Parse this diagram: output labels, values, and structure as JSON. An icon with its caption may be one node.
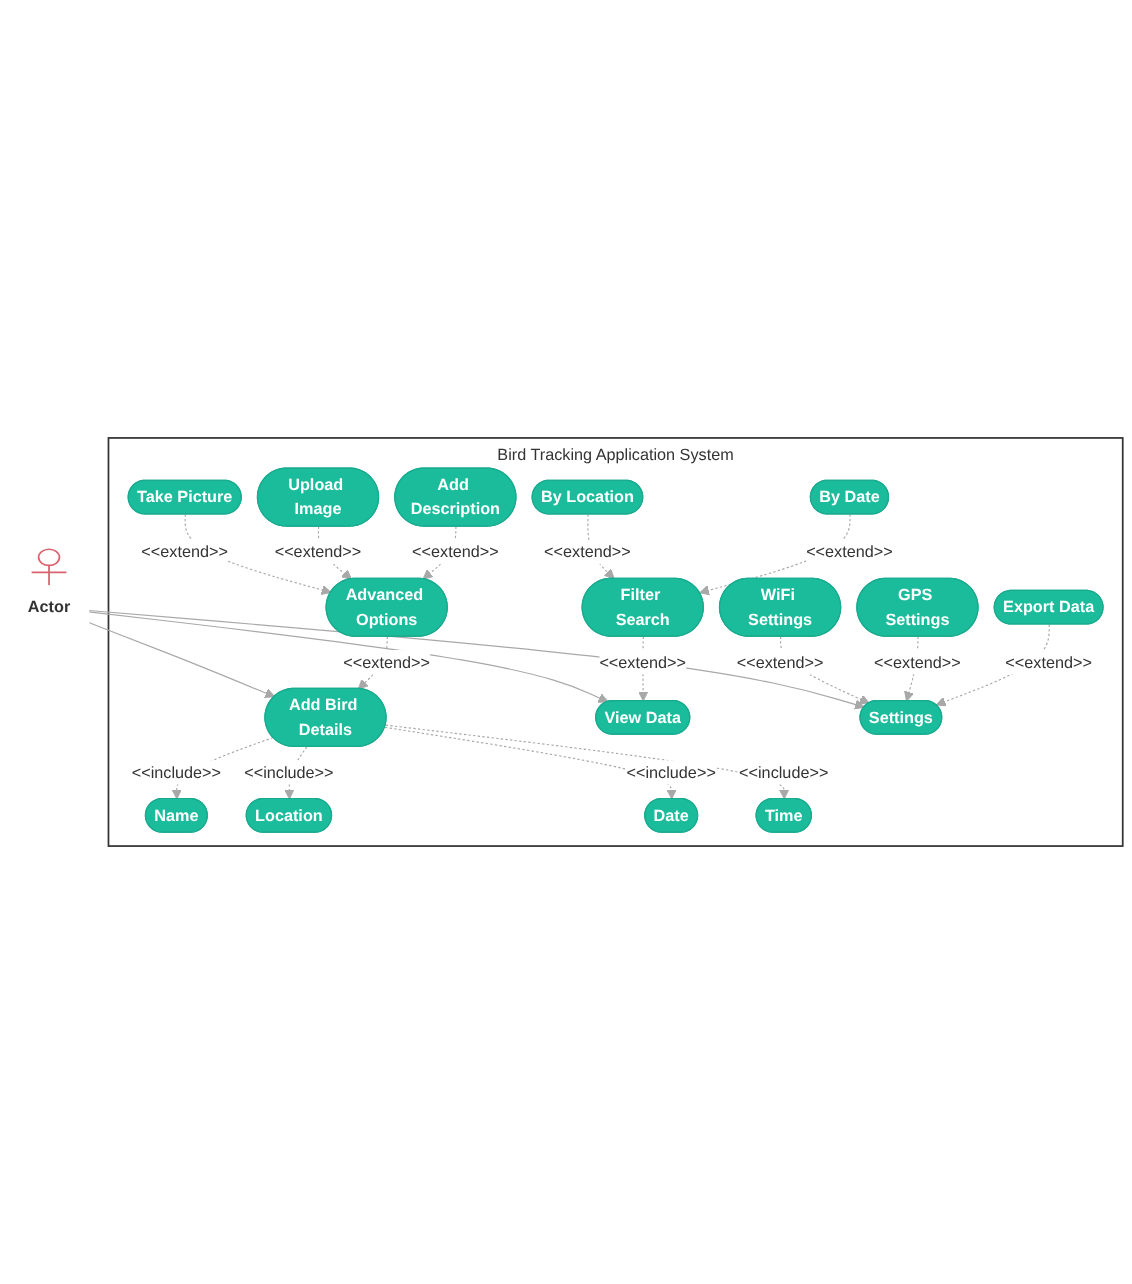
{
  "diagram": {
    "nodes": [
      {
        "text": [
          "Bird Tracking Application System"
        ]
      },
      {
        "text": [
          "Actor"
        ]
      },
      {
        "text": [
          "Add Bird Details"
        ],
        "in": 0
      },
      {
        "text": [
          "Name"
        ],
        "in": 0
      },
      {
        "text": [
          "Location"
        ],
        "in": 0
      },
      {
        "text": [
          "Date"
        ],
        "in": 0
      },
      {
        "text": [
          "Time"
        ],
        "in": 0
      },
      {
        "text": [
          "Advanced Options"
        ],
        "in": 0
      },
      {
        "text": [
          "Take Picture"
        ],
        "in": 0
      },
      {
        "text": [
          "Upload Image"
        ],
        "in": 0
      },
      {
        "text": [
          "Add Description"
        ],
        "in": 0
      },
      {
        "text": [
          "View Data"
        ],
        "in": 0
      },
      {
        "text": [
          "Filter Search"
        ],
        "in": 0
      },
      {
        "text": [
          "By Location"
        ],
        "in": 0
      },
      {
        "text": [
          "By Date"
        ],
        "in": 0
      },
      {
        "text": [
          "Settings"
        ],
        "in": 0
      },
      {
        "text": [
          "WiFi Settings"
        ],
        "in": 0
      },
      {
        "text": [
          "GPS Settings"
        ],
        "in": 0
      },
      {
        "text": [
          "Export Data"
        ],
        "in": 0
      }
    ],
    "edges": [
      {
        "from": 1,
        "to": 2,
        "arrow": "to"
      },
      {
        "from": 1,
        "to": 11,
        "arrow": "to"
      },
      {
        "from": 1,
        "to": 15,
        "arrow": "to"
      },
      {
        "from": 2,
        "to": 3,
        "arrow": "to",
        "label": "<<include>>",
        "style": "dashed"
      },
      {
        "from": 2,
        "to": 4,
        "arrow": "to",
        "label": "<<include>>",
        "style": "dashed"
      },
      {
        "from": 2,
        "to": 5,
        "arrow": "to",
        "label": "<<include>>",
        "style": "dashed"
      },
      {
        "from": 2,
        "to": 6,
        "arrow": "to",
        "label": "<<include>>",
        "style": "dashed"
      },
      {
        "from": 7,
        "to": 2,
        "arrow": "to",
        "label": "<<extend>>",
        "style": "dashed"
      },
      {
        "from": 8,
        "to": 7,
        "arrow": "to",
        "label": "<<extend>>",
        "style": "dashed"
      },
      {
        "from": 9,
        "to": 7,
        "arrow": "to",
        "label": "<<extend>>",
        "style": "dashed"
      },
      {
        "from": 10,
        "to": 7,
        "arrow": "to",
        "label": "<<extend>>",
        "style": "dashed"
      },
      {
        "from": 12,
        "to": 11,
        "arrow": "to",
        "label": "<<extend>>",
        "style": "dashed"
      },
      {
        "from": 13,
        "to": 12,
        "arrow": "to",
        "label": "<<extend>>",
        "style": "dashed"
      },
      {
        "from": 14,
        "to": 12,
        "arrow": "to",
        "label": "<<extend>>",
        "style": "dashed"
      },
      {
        "from": 16,
        "to": 15,
        "arrow": "to",
        "label": "<<extend>>",
        "style": "dashed"
      },
      {
        "from": 17,
        "to": 15,
        "arrow": "to",
        "label": "<<extend>>",
        "style": "dashed"
      },
      {
        "from": 18,
        "to": 15,
        "arrow": "to",
        "label": "<<extend>>",
        "style": "dashed"
      }
    ]
  }
}
